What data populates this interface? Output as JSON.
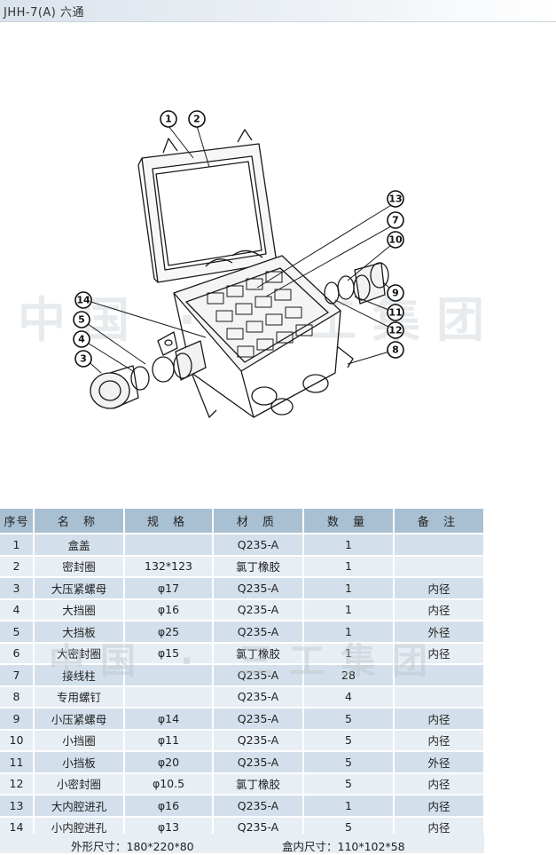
{
  "page": {
    "title": "JHH-7(A)   六通"
  },
  "watermark": {
    "text": "中国 · 三工集团",
    "table_text": "中国 · 三工集团"
  },
  "diagram": {
    "callouts": [
      "1",
      "2",
      "13",
      "7",
      "10",
      "14",
      "5",
      "4",
      "3",
      "9",
      "11",
      "12",
      "8"
    ]
  },
  "table": {
    "headers": [
      "序号",
      "名 称",
      "规 格",
      "材 质",
      "数 量",
      "备 注"
    ],
    "rows": [
      [
        "1",
        "盒盖",
        "",
        "Q235-A",
        "1",
        ""
      ],
      [
        "2",
        "密封圈",
        "132*123",
        "氯丁橡胶",
        "1",
        ""
      ],
      [
        "3",
        "大压紧螺母",
        "φ17",
        "Q235-A",
        "1",
        "内径"
      ],
      [
        "4",
        "大挡圈",
        "φ16",
        "Q235-A",
        "1",
        "内径"
      ],
      [
        "5",
        "大挡板",
        "φ25",
        "Q235-A",
        "1",
        "外径"
      ],
      [
        "6",
        "大密封圈",
        "φ15",
        "氯丁橡胶",
        "1",
        "内径"
      ],
      [
        "7",
        "接线柱",
        "",
        "Q235-A",
        "28",
        ""
      ],
      [
        "8",
        "专用螺钉",
        "",
        "Q235-A",
        "4",
        ""
      ],
      [
        "9",
        "小压紧螺母",
        "φ14",
        "Q235-A",
        "5",
        "内径"
      ],
      [
        "10",
        "小挡圈",
        "φ11",
        "Q235-A",
        "5",
        "内径"
      ],
      [
        "11",
        "小挡板",
        "φ20",
        "Q235-A",
        "5",
        "外径"
      ],
      [
        "12",
        "小密封圈",
        "φ10.5",
        "氯丁橡胶",
        "5",
        "内径"
      ],
      [
        "13",
        "大内腔进孔",
        "φ16",
        "Q235-A",
        "1",
        "内径"
      ],
      [
        "14",
        "小内腔进孔",
        "φ13",
        "Q235-A",
        "5",
        "内径"
      ]
    ]
  },
  "footer": {
    "outer_size": "外形尺寸：180*220*80",
    "inner_size": "盒内尺寸：110*102*58"
  }
}
